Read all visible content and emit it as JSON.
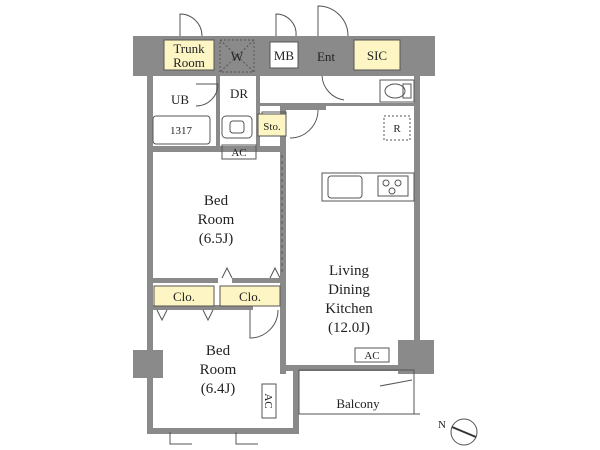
{
  "colors": {
    "wall": "#8a8a8a",
    "line": "#555555",
    "highlight": "#fdf6c4",
    "background": "#ffffff"
  },
  "rooms": {
    "trunk_room": {
      "line1": "Trunk",
      "line2": "Room"
    },
    "washer": "W",
    "mb": "MB",
    "entrance": "Ent",
    "sic": "SIC",
    "unit_bath": "UB",
    "dressing_room": "DR",
    "bathtub": "1317",
    "storage": "Sto.",
    "refrigerator": "R",
    "bedroom1": {
      "line1": "Bed",
      "line2": "Room",
      "line3": "(6.5J)"
    },
    "bedroom2": {
      "line1": "Bed",
      "line2": "Room",
      "line3": "(6.4J)"
    },
    "closet1": "Clo.",
    "closet2": "Clo.",
    "ldk": {
      "line1": "Living",
      "line2": "Dining",
      "line3": "Kitchen",
      "line4": "(12.0J)"
    },
    "balcony": "Balcony",
    "ac_bedroom1": "AC",
    "ac_ldk": "AC",
    "ac_bedroom2": "AC"
  },
  "compass": {
    "label": "N"
  }
}
